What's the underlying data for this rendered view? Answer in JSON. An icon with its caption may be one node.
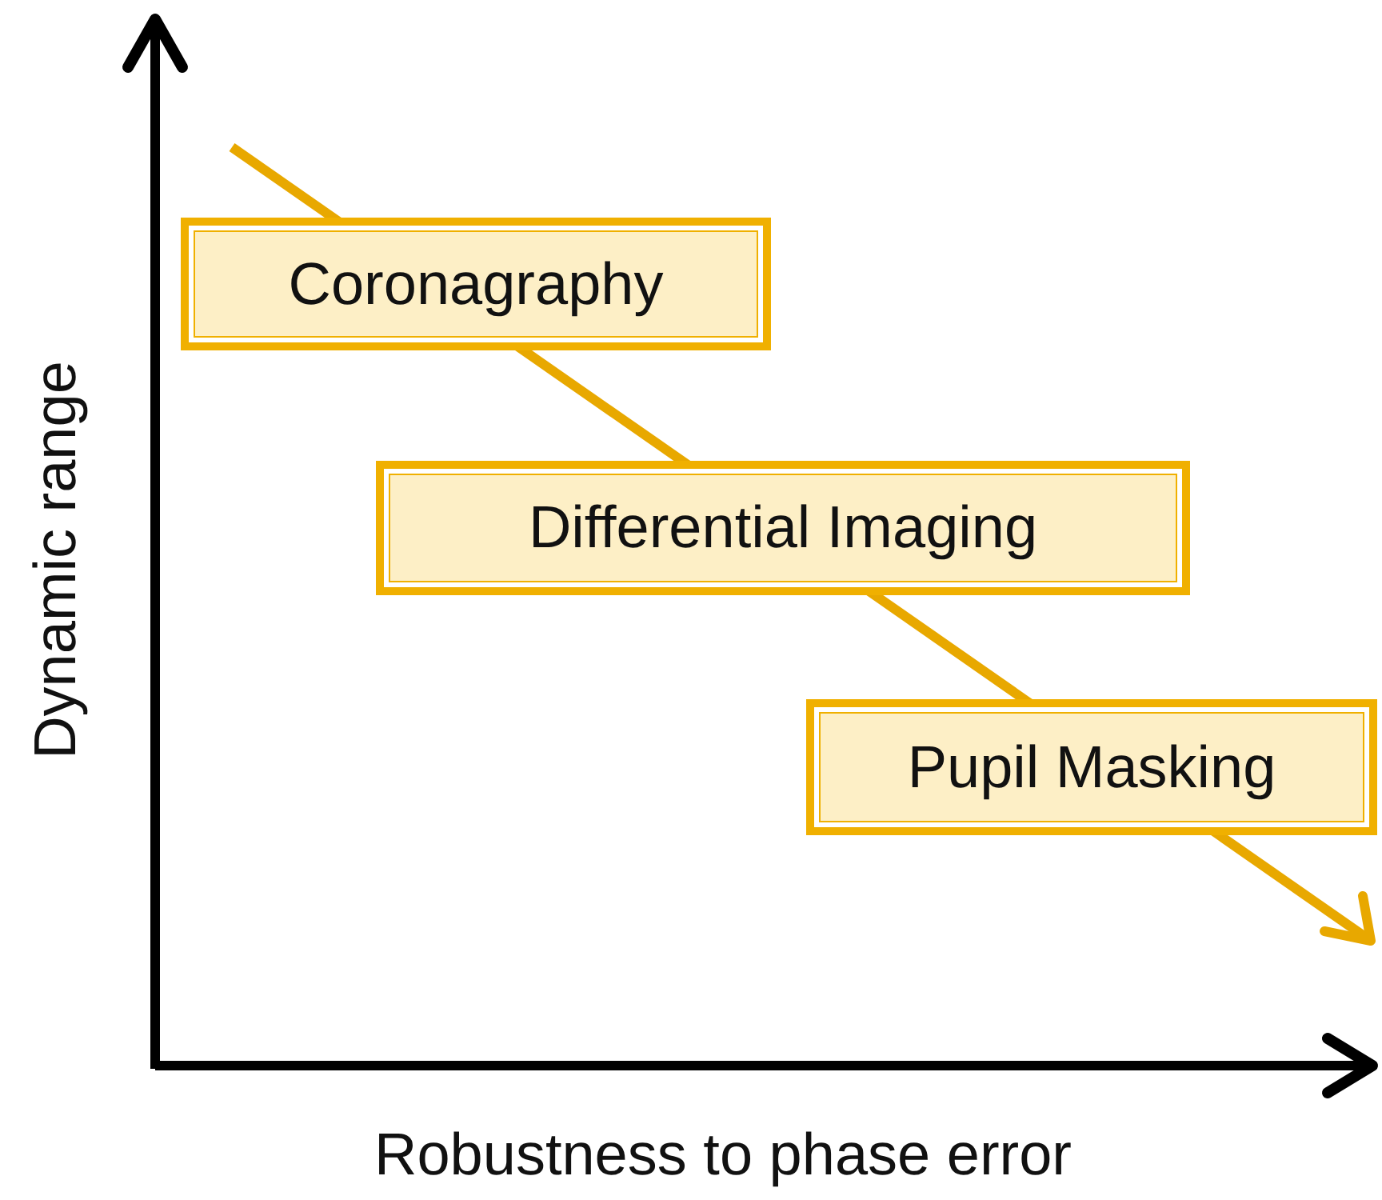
{
  "diagram": {
    "nodes": [
      {
        "text": [
          "Coronagraphy"
        ]
      },
      {
        "text": [
          "Differential Imaging"
        ]
      },
      {
        "text": [
          "Pupil Masking"
        ]
      }
    ],
    "labels": [
      "Dynamic range",
      "Robustness to phase error"
    ]
  }
}
